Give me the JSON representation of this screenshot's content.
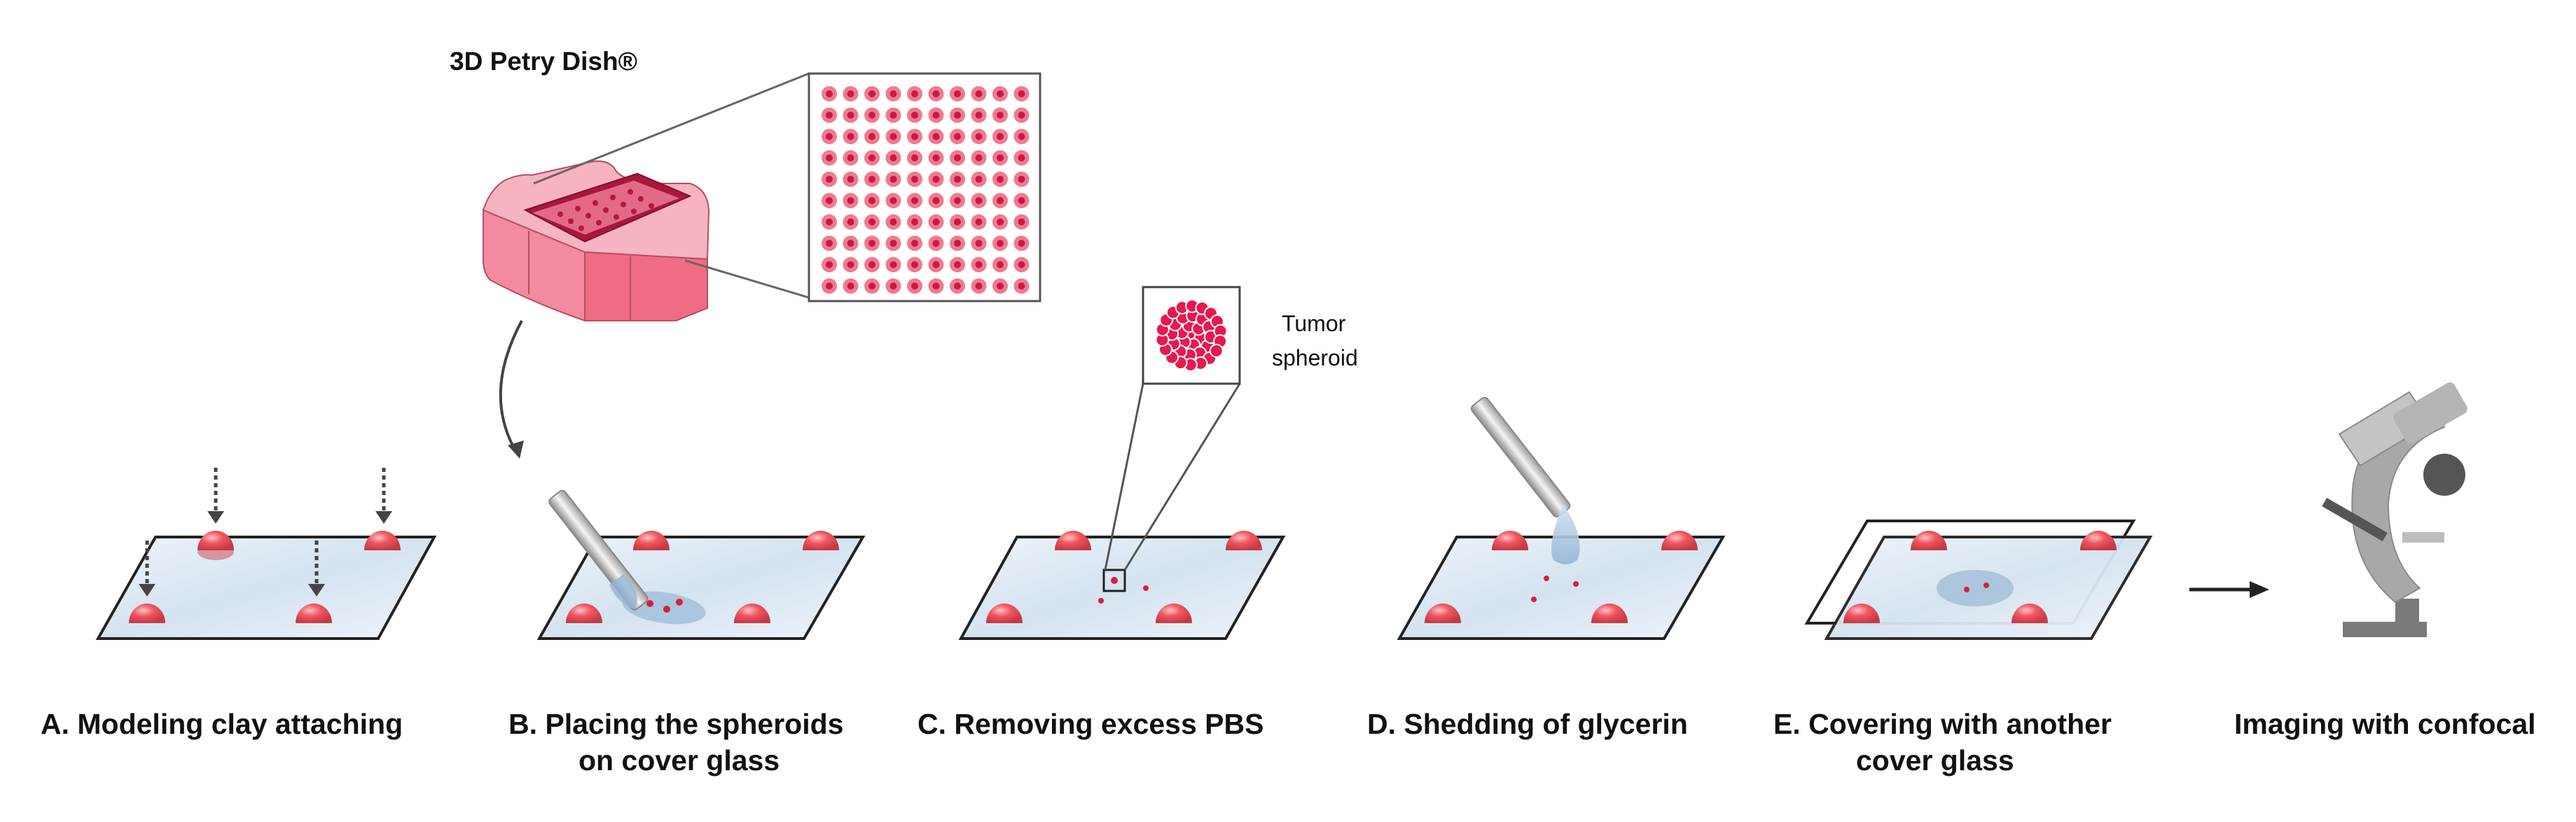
{
  "title": "3D Petry Dish®",
  "inset_label": {
    "line1": "Tumor",
    "line2": "spheroid"
  },
  "steps": [
    {
      "id": "A",
      "line1": "A. Modeling clay attaching",
      "line2": ""
    },
    {
      "id": "B",
      "line1": "B. Placing the spheroids",
      "line2": "on cover glass"
    },
    {
      "id": "C",
      "line1": "C. Removing excess PBS",
      "line2": ""
    },
    {
      "id": "D",
      "line1": "D. Shedding of glycerin",
      "line2": ""
    },
    {
      "id": "E",
      "line1": "E. Covering with another",
      "line2": "cover glass"
    },
    {
      "id": "F",
      "line1": "Imaging with confocal",
      "line2": ""
    }
  ],
  "colors": {
    "clay": "#f0565f",
    "dish": "#f07a8e",
    "dish_dark": "#e0566e",
    "well": "#c9184a",
    "glass": "#dde9f3",
    "microscope": "#9e9e9e",
    "pipette": "#cfcfcf"
  },
  "icons": [
    "petri-dish-icon",
    "well-grid-icon",
    "pipette-icon",
    "spheroid-icon",
    "microscope-icon",
    "arrow-right-icon"
  ]
}
